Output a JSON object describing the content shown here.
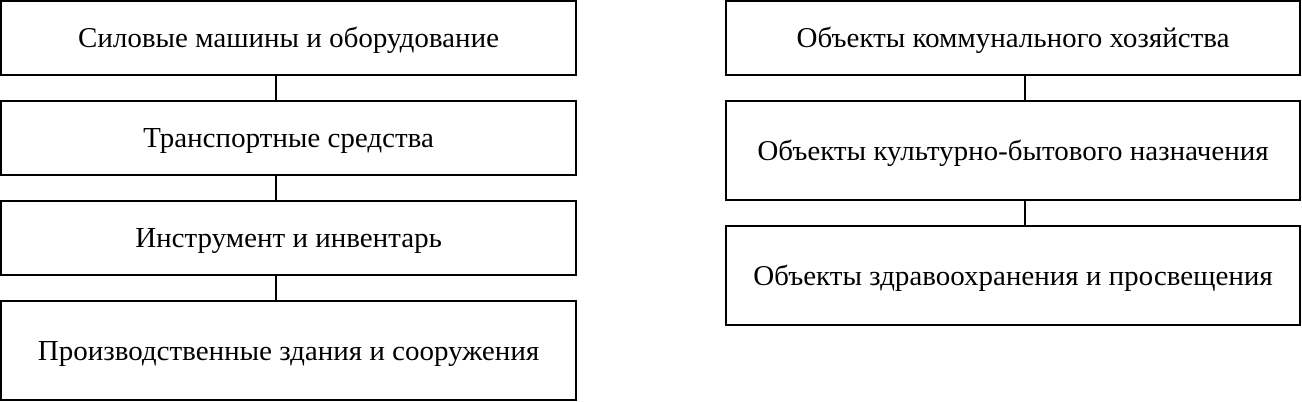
{
  "left_column": {
    "items": [
      {
        "label": "Силовые машины и оборудование"
      },
      {
        "label": "Транспортные средства"
      },
      {
        "label": "Инструмент и инвентарь"
      },
      {
        "label": "Производственные здания и сооружения"
      }
    ]
  },
  "right_column": {
    "items": [
      {
        "label": "Объекты коммунального хозяйства"
      },
      {
        "label": "Объекты культурно-бытового назначения"
      },
      {
        "label": "Объекты здравоохранения и просвещения"
      }
    ]
  },
  "colors": {
    "line": "#000000",
    "background": "#ffffff"
  }
}
